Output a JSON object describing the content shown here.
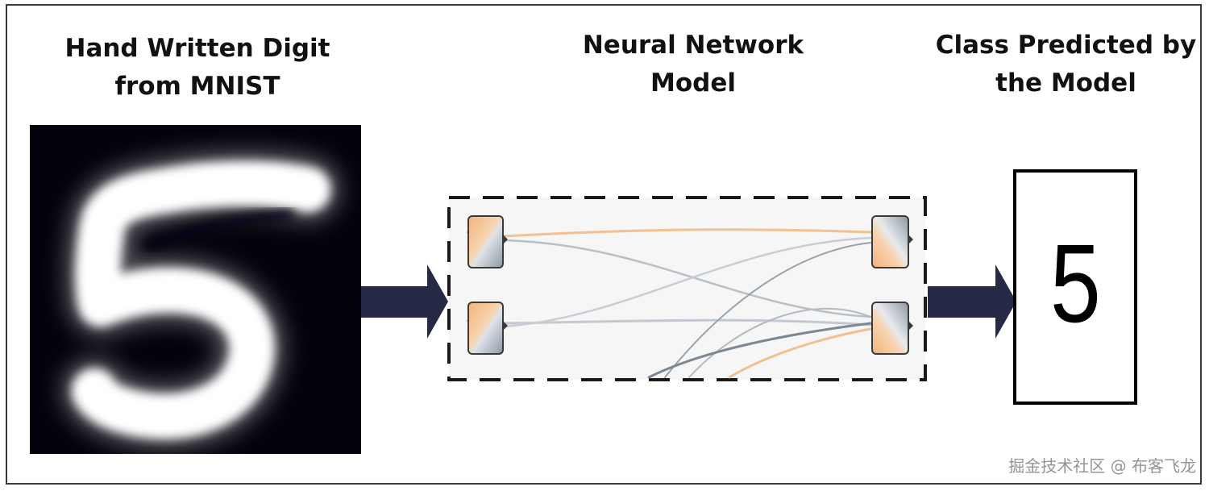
{
  "input_section": {
    "title_line1": "Hand Written Digit",
    "title_line2": "from MNIST",
    "digit_image_label": "5"
  },
  "model_section": {
    "title_line1": "Neural Network",
    "title_line2": "Model"
  },
  "output_section": {
    "title_line1": "Class Predicted by",
    "title_line2": "the Model",
    "predicted_class": "5"
  },
  "watermark": "掘金技术社区 @ 布客飞龙",
  "colors": {
    "arrow": "#262a47",
    "digit_background": "#02020c",
    "digit_stroke": "#ffffff",
    "model_dash": "#1a1a1a",
    "link_orange": "#f2c08e",
    "link_grey": "#9aa3ad",
    "frame": "#3a3a3a"
  }
}
